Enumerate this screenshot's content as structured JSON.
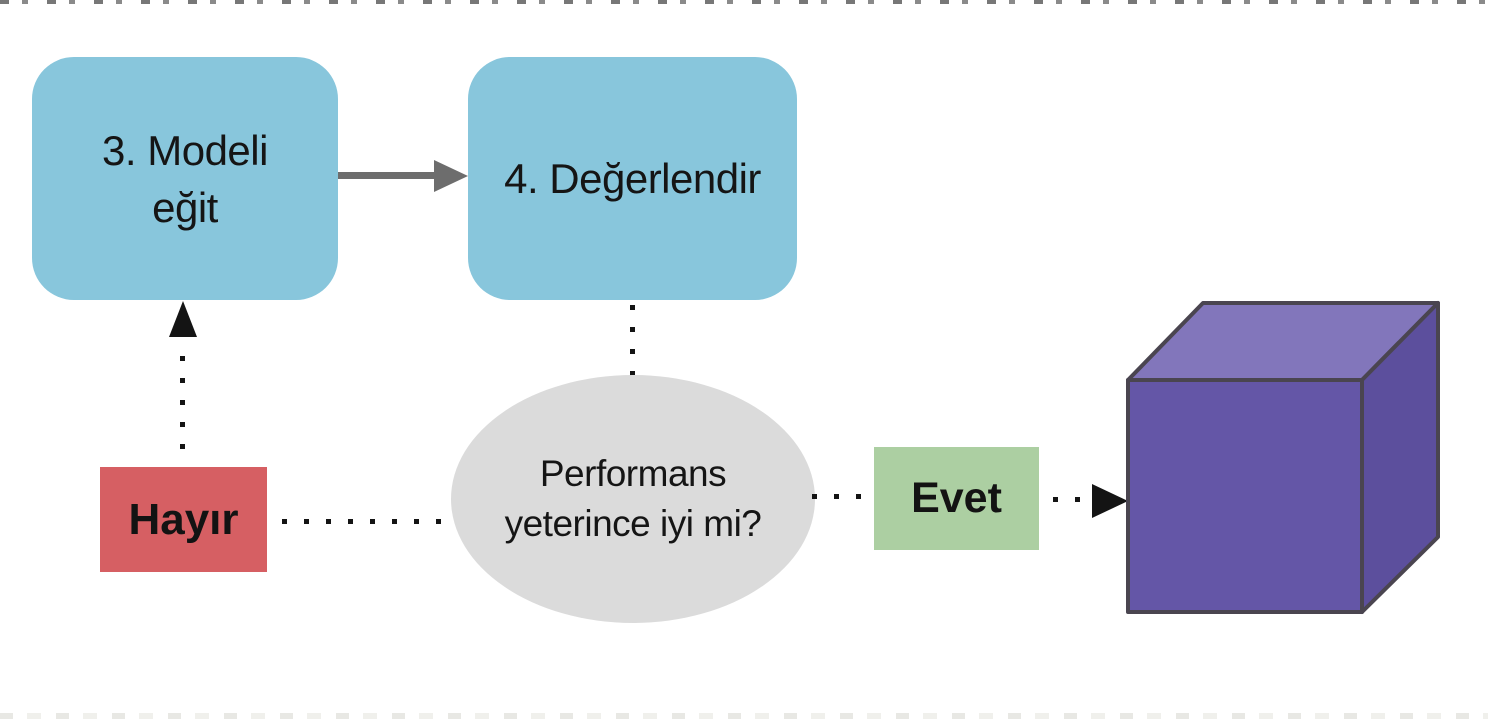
{
  "diagram": {
    "background": "#ffffff",
    "text_color": "#151515",
    "nodes": {
      "train": {
        "line1": "3. Modeli",
        "line2": "eğit",
        "fill": "#88c6dc"
      },
      "evaluate": {
        "label": "4. Değerlendir",
        "fill": "#88c6dc"
      },
      "decision": {
        "line1": "Performans",
        "line2": "yeterince iyi mi?",
        "fill": "#dbdbdb"
      },
      "no_label": {
        "label": "Hayır",
        "fill": "#d65f63"
      },
      "yes_label": {
        "label": "Evet",
        "fill": "#accfa2"
      }
    },
    "cube": {
      "front_fill": "#6456a7",
      "top_fill": "#8276bb",
      "right_fill": "#5c4f9d",
      "stroke": "#4a4550"
    },
    "connectors": {
      "solid_arrow_color": "#6d6d6d",
      "dotted_color": "#141414"
    }
  }
}
